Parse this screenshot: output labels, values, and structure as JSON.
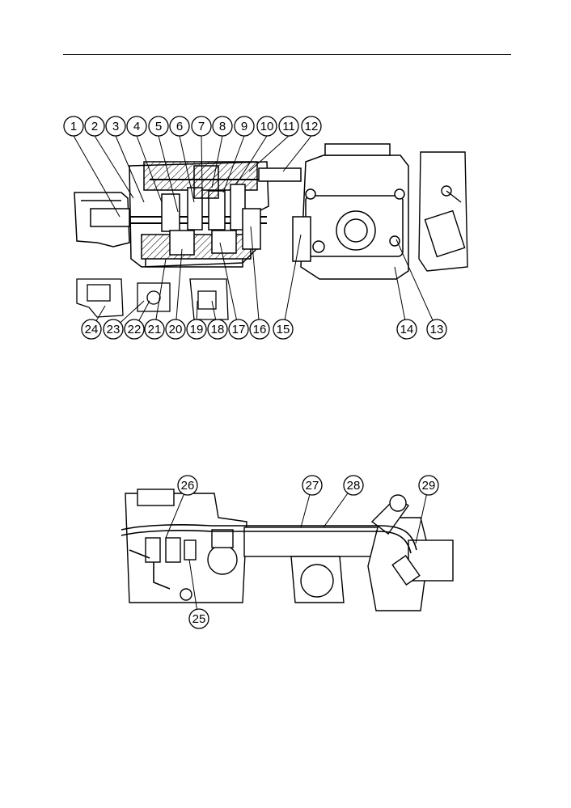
{
  "figure_top": {
    "callouts_top": [
      "1",
      "2",
      "3",
      "4",
      "5",
      "6",
      "7",
      "8",
      "9",
      "10",
      "11",
      "12"
    ],
    "callouts_bottom": [
      "24",
      "23",
      "22",
      "21",
      "20",
      "19",
      "18",
      "17",
      "16",
      "15",
      "14",
      "13"
    ]
  },
  "figure_bottom": {
    "callouts": [
      "26",
      "25",
      "27",
      "28",
      "29"
    ]
  }
}
